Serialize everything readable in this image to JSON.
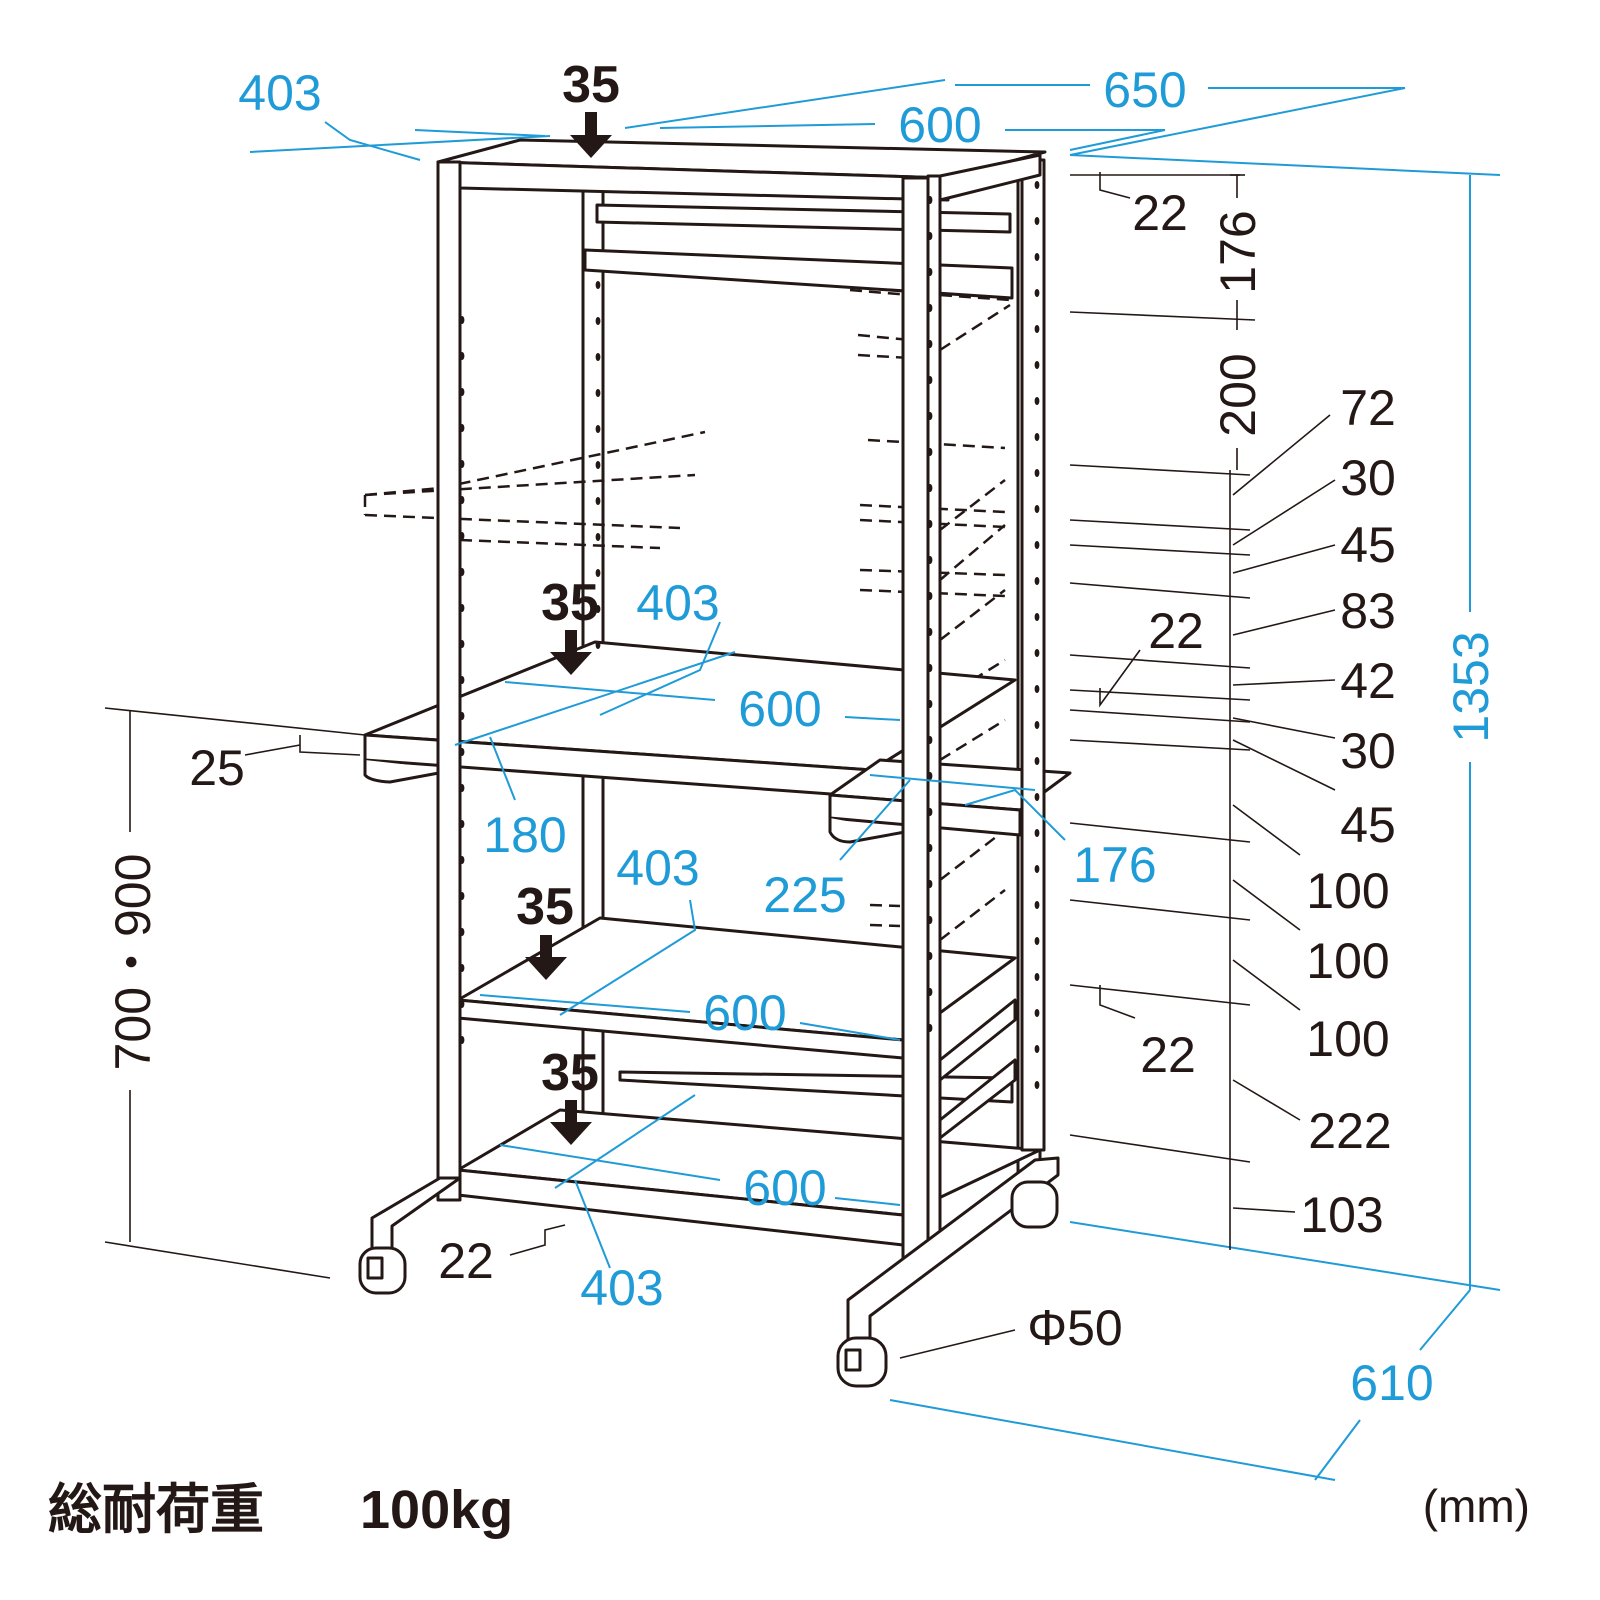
{
  "load_labels": [
    "35",
    "35",
    "35",
    "35"
  ],
  "top": {
    "depth": "403",
    "outer_width": "650",
    "inner_width": "600"
  },
  "keyboard_shelf": {
    "depth": "403",
    "width": "600",
    "front_depth": "180",
    "thickness": "25",
    "side_gap": "22"
  },
  "mouse_table": {
    "width": "225",
    "depth": "176"
  },
  "middle_shelf": {
    "depth": "403",
    "width": "600",
    "gap": "22"
  },
  "bottom_shelf": {
    "width": "600",
    "depth": "403",
    "gap": "22"
  },
  "height_range": "700・900",
  "right_column": {
    "top_gap": "22",
    "upper_dims": [
      "176",
      "200"
    ],
    "pitch_dims": [
      "72",
      "30",
      "45",
      "83",
      "42",
      "30",
      "45",
      "100",
      "100",
      "100",
      "222",
      "103"
    ]
  },
  "overall": {
    "height": "1353",
    "depth": "610",
    "caster": "Φ50"
  },
  "footer": {
    "load_label": "総耐荷重",
    "load_value": "100kg",
    "unit": "(mm)"
  },
  "colors": {
    "line": "#231815",
    "dimension": "#1f9bd7",
    "background": "#ffffff"
  }
}
